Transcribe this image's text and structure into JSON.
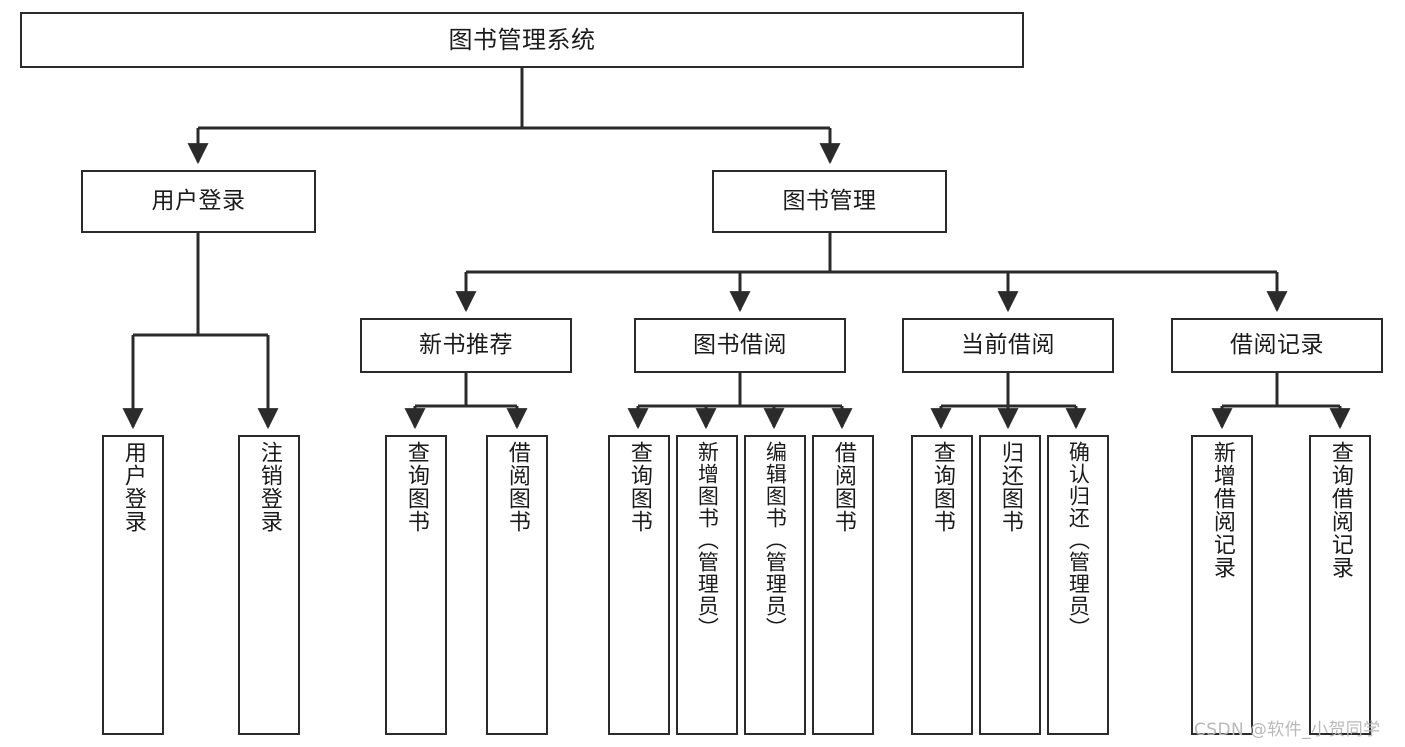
{
  "diagram": {
    "type": "tree",
    "title": "图书管理系统",
    "orientation": "top-down",
    "colors": {
      "box_border": "#2b2b2b",
      "box_fill": "#ffffff",
      "line": "#2b2b2b",
      "text": "#1b1b1b",
      "watermark": "#b9b9b9",
      "background": "#ffffff"
    }
  },
  "root": {
    "label": "图书管理系统"
  },
  "level2": [
    {
      "label": "用户登录"
    },
    {
      "label": "图书管理"
    }
  ],
  "level3": [
    {
      "label": "新书推荐"
    },
    {
      "label": "图书借阅"
    },
    {
      "label": "当前借阅"
    },
    {
      "label": "借阅记录"
    }
  ],
  "leaves": {
    "user_login": [
      {
        "label": "用户登录"
      },
      {
        "label": "注销登录"
      }
    ],
    "new_book": [
      {
        "label": "查询图书"
      },
      {
        "label": "借阅图书"
      }
    ],
    "book_borrow": [
      {
        "label": "查询图书"
      },
      {
        "label": "新增图书（管理员）"
      },
      {
        "label": "编辑图书（管理员）"
      },
      {
        "label": "借阅图书"
      }
    ],
    "current_borrow": [
      {
        "label": "查询图书"
      },
      {
        "label": "归还图书"
      },
      {
        "label": "确认归还（管理员）"
      }
    ],
    "borrow_record": [
      {
        "label": "新增借阅记录"
      },
      {
        "label": "查询借阅记录"
      }
    ]
  },
  "watermark": {
    "text": "CSDN @软件_小贺同学"
  }
}
